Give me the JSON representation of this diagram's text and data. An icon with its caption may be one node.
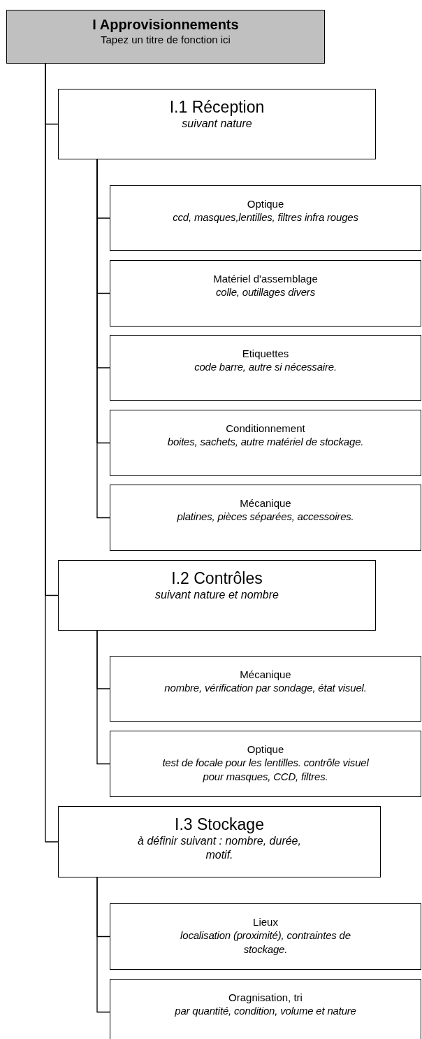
{
  "diagram": {
    "nodes": [
      {
        "text": [
          "I Approvisionnements",
          "Tapez un titre de fonction ici"
        ]
      },
      {
        "text": [
          "I.1 Réception",
          "suivant nature"
        ]
      },
      {
        "text": [
          "Optique",
          "ccd, masques,lentilles, filtres infra rouges"
        ]
      },
      {
        "text": [
          "Matériel d'assemblage",
          "colle, outillages divers"
        ]
      },
      {
        "text": [
          "Etiquettes",
          "code barre, autre si nécessaire."
        ]
      },
      {
        "text": [
          "Conditionnement",
          "boites, sachets, autre matériel de stockage."
        ]
      },
      {
        "text": [
          "Mécanique",
          "platines, pièces séparées, accessoires."
        ]
      },
      {
        "text": [
          "I.2 Contrôles",
          "suivant nature et nombre"
        ]
      },
      {
        "text": [
          "Mécanique",
          "nombre, vérification par sondage, état visuel."
        ]
      },
      {
        "text": [
          "Optique",
          "test de focale pour les lentilles. contrôle visuel pour masques, CCD, filtres."
        ]
      },
      {
        "text": [
          "I.3 Stockage",
          "à définir suivant : nombre, durée, motif."
        ]
      },
      {
        "text": [
          "Lieux",
          "localisation (proximité), contraintes de stockage."
        ]
      },
      {
        "text": [
          "Oragnisation, tri",
          "par quantité, condition, volume et nature"
        ]
      }
    ],
    "edges": [
      {
        "from": 0,
        "to": 1,
        "arrow": "none"
      },
      {
        "from": 1,
        "to": 2,
        "arrow": "none"
      },
      {
        "from": 1,
        "to": 3,
        "arrow": "none"
      },
      {
        "from": 1,
        "to": 4,
        "arrow": "none"
      },
      {
        "from": 1,
        "to": 5,
        "arrow": "none"
      },
      {
        "from": 1,
        "to": 6,
        "arrow": "none"
      },
      {
        "from": 0,
        "to": 7,
        "arrow": "none"
      },
      {
        "from": 7,
        "to": 8,
        "arrow": "none"
      },
      {
        "from": 7,
        "to": 9,
        "arrow": "none"
      },
      {
        "from": 0,
        "to": 10,
        "arrow": "none"
      },
      {
        "from": 10,
        "to": 11,
        "arrow": "none"
      },
      {
        "from": 10,
        "to": 12,
        "arrow": "none"
      }
    ]
  }
}
